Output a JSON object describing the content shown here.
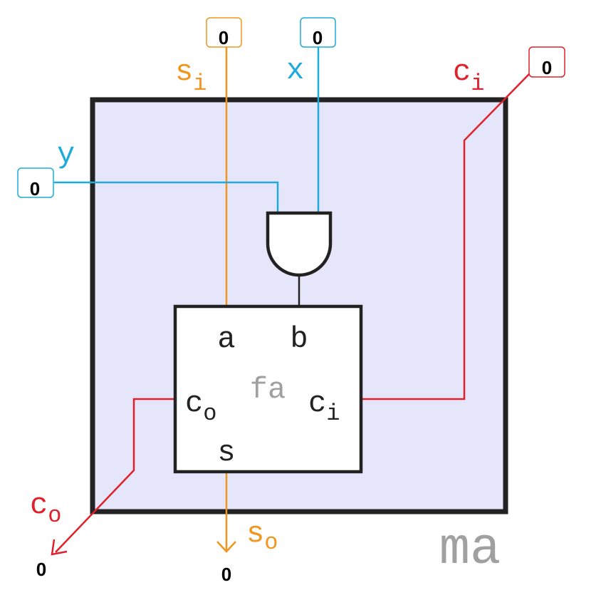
{
  "colors": {
    "orange": "#f0961e",
    "blue": "#1eaadc",
    "red": "#e0202a",
    "dark": "#222222",
    "gray": "#a0a0a0",
    "module_fill": "#e6e6fa"
  },
  "inputs": {
    "si": {
      "value": "0",
      "label": "s",
      "sub": "i"
    },
    "x": {
      "value": "0",
      "label": "x"
    },
    "ci": {
      "value": "0",
      "label": "c",
      "sub": "i"
    },
    "y": {
      "value": "0",
      "label": "y"
    }
  },
  "outputs": {
    "co": {
      "value": "0",
      "label": "c",
      "sub": "o"
    },
    "so": {
      "value": "0",
      "label": "s",
      "sub": "o"
    }
  },
  "fa": {
    "name": "fa",
    "ports": {
      "a": "a",
      "b": "b",
      "co": {
        "label": "c",
        "sub": "o"
      },
      "ci": {
        "label": "c",
        "sub": "i"
      },
      "s": "s"
    }
  },
  "module_name": "ma"
}
